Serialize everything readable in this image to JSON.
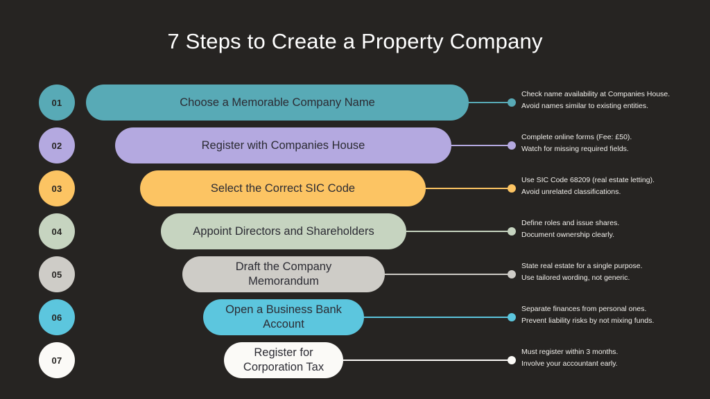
{
  "slide": {
    "title": "7 Steps to Create a Property Company",
    "background_color": "#262422",
    "title_color": "#FFFFFF",
    "note_color": "#F2F0EC"
  },
  "steps": [
    {
      "number": "01",
      "label": "Choose a Memorable Company Name",
      "label_line1": "Choose a Memorable Company Name",
      "label_line2": "",
      "color": "#58AAB6",
      "note_line1": "Check name availability at Companies House.",
      "note_line2": "Avoid names similar to existing entities."
    },
    {
      "number": "02",
      "label": "Register with Companies House",
      "label_line1": "Register with Companies House",
      "label_line2": "",
      "color": "#B4A9E0",
      "note_line1": "Complete online forms (Fee: £50).",
      "note_line2": "Watch for missing required fields."
    },
    {
      "number": "03",
      "label": "Select the Correct SIC Code",
      "label_line1": "Select the Correct SIC Code",
      "label_line2": "",
      "color": "#FCC463",
      "note_line1": "Use SIC Code 68209 (real estate letting).",
      "note_line2": "Avoid unrelated classifications."
    },
    {
      "number": "04",
      "label": "Appoint Directors and Shareholders",
      "label_line1": "Appoint Directors and Shareholders",
      "label_line2": "",
      "color": "#C6D4C0",
      "note_line1": "Define roles and issue shares.",
      "note_line2": "Document ownership clearly."
    },
    {
      "number": "05",
      "label": "Draft the Company Memorandum",
      "label_line1": "Draft the Company",
      "label_line2": "Memorandum",
      "color": "#CECCC7",
      "note_line1": "State real estate for a single purpose.",
      "note_line2": "Use tailored wording, not generic."
    },
    {
      "number": "06",
      "label": "Open a Business Bank Account",
      "label_line1": "Open a Business Bank",
      "label_line2": "Account",
      "color": "#5CC6DE",
      "note_line1": "Separate finances from personal ones.",
      "note_line2": "Prevent liability risks by not mixing funds."
    },
    {
      "number": "07",
      "label": "Register for Corporation Tax",
      "label_line1": "Register for",
      "label_line2": "Corporation Tax",
      "color": "#FBFAF7",
      "note_line1": "Must register within 3 months.",
      "note_line2": "Involve your accountant early."
    }
  ]
}
